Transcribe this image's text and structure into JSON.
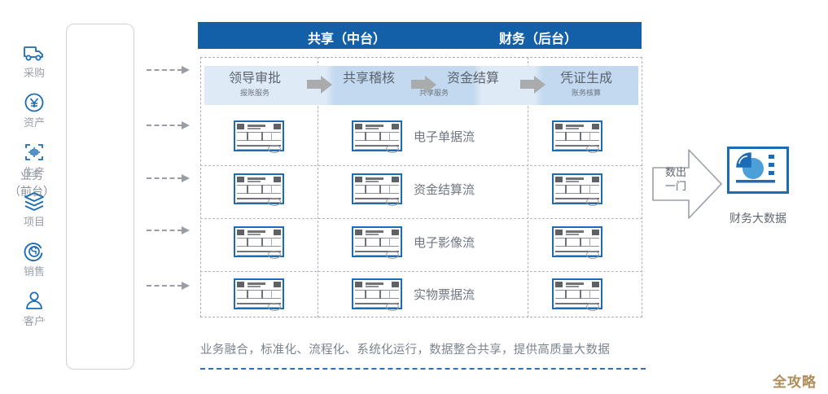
{
  "left": {
    "label_line1": "业务",
    "label_line2": "（前台）",
    "items": [
      {
        "icon": "truck-icon",
        "label": "采购"
      },
      {
        "icon": "yen-circle-icon",
        "label": "资产"
      },
      {
        "icon": "production-icon",
        "label": "生产"
      },
      {
        "icon": "layers-icon",
        "label": "项目"
      },
      {
        "icon": "sales-circle-icon",
        "label": "销售"
      },
      {
        "icon": "person-icon",
        "label": "客户"
      }
    ],
    "ellipsis": "······"
  },
  "header": {
    "shared": "共享（中台）",
    "finance": "财务（后台）",
    "bg_color": "#1360a8"
  },
  "process": {
    "steps": [
      {
        "title": "领导审批",
        "sub": "报账服务"
      },
      {
        "title": "共享稽核",
        "sub": ""
      },
      {
        "title": "资金结算",
        "sub": "共享服务"
      },
      {
        "title": "凭证生成",
        "sub": "账务核算"
      }
    ]
  },
  "flows": [
    {
      "label": "电子单据流"
    },
    {
      "label": "资金结算流"
    },
    {
      "label": "电子影像流"
    },
    {
      "label": "实物票据流"
    }
  ],
  "caption": "业务融合，标准化、流程化、系统化运行，数据整合共享，提供高质量大数据",
  "right": {
    "arrow_label_line1": "数出",
    "arrow_label_line2": "一门",
    "icon": "pie-chart-icon",
    "big_data_label": "财务大数据"
  },
  "watermark": "全攻略",
  "colors": {
    "brand_blue": "#1360a8",
    "icon_blue": "#1b6cb5",
    "light_blue": "#dfeaf7",
    "mid_blue": "#c2d9ef",
    "gray_text": "#6e7681",
    "watermark": "#b08d57"
  }
}
